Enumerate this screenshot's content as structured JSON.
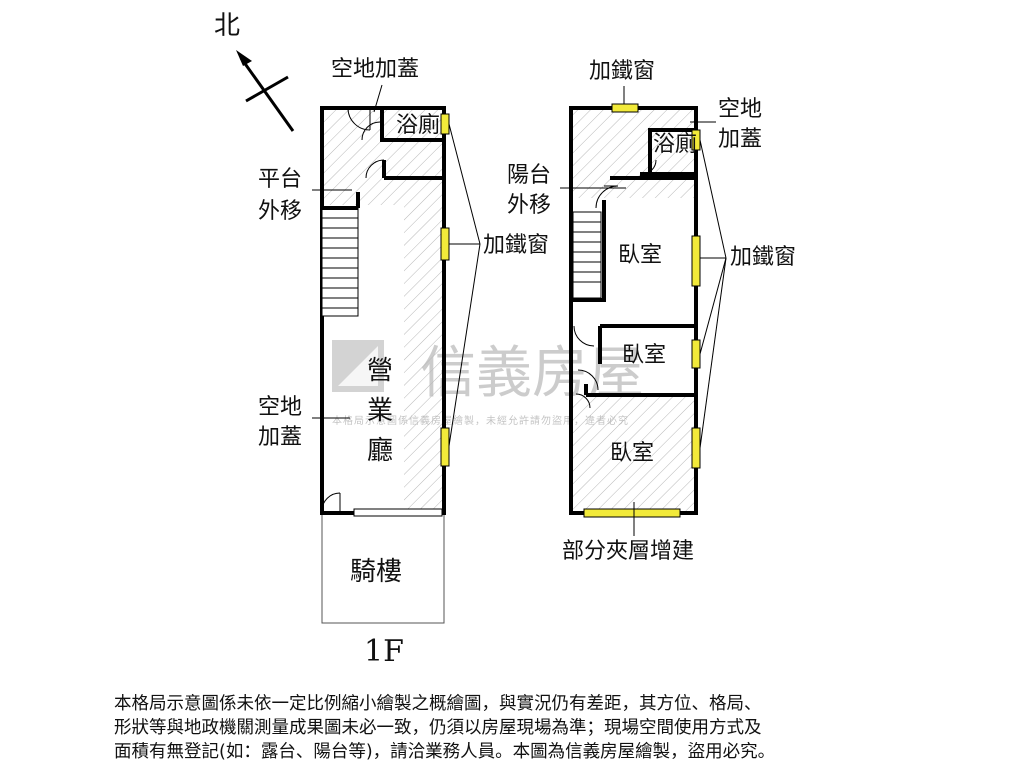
{
  "compass": {
    "label": "北"
  },
  "floor1": {
    "top_label": "空地加蓋",
    "bath_label": "浴廁",
    "platform_label_line1": "平台",
    "platform_label_line2": "外移",
    "iron_window_label": "加鐵窗",
    "hall_line1": "營",
    "hall_line2": "業",
    "hall_line3": "廳",
    "open_lot_line1": "空地",
    "open_lot_line2": "加蓋",
    "arcade_label": "騎樓",
    "floor_label": "1F"
  },
  "floor2": {
    "top_window_label": "加鐵窗",
    "open_lot_line1": "空地",
    "open_lot_line2": "加蓋",
    "bath_label": "浴廁",
    "balcony_line1": "陽台",
    "balcony_line2": "外移",
    "bedroom1": "臥室",
    "bedroom2": "臥室",
    "bedroom3": "臥室",
    "iron_window_label": "加鐵窗",
    "mezzanine_label": "部分夾層增建"
  },
  "watermark": {
    "brand": "信義房屋",
    "notice": "本格局示意圖係信義房屋繪製，未經允許請勿盜用，違者必究"
  },
  "colors": {
    "wall": "#000000",
    "window": "#f2ea3a",
    "hatch": "#b8b8b8",
    "watermark": "#c7c7c7"
  },
  "disclaimer": {
    "line1": "本格局示意圖係未依一定比例縮小繪製之概繪圖，與實況仍有差距，其方位、格局、",
    "line2": "形狀等與地政機關測量成果圖未必一致，仍須以房屋現場為準；現場空間使用方式及",
    "line3": "面積有無登記(如：露台、陽台等)，請洽業務人員。本圖為信義房屋繪製，盜用必究。"
  }
}
